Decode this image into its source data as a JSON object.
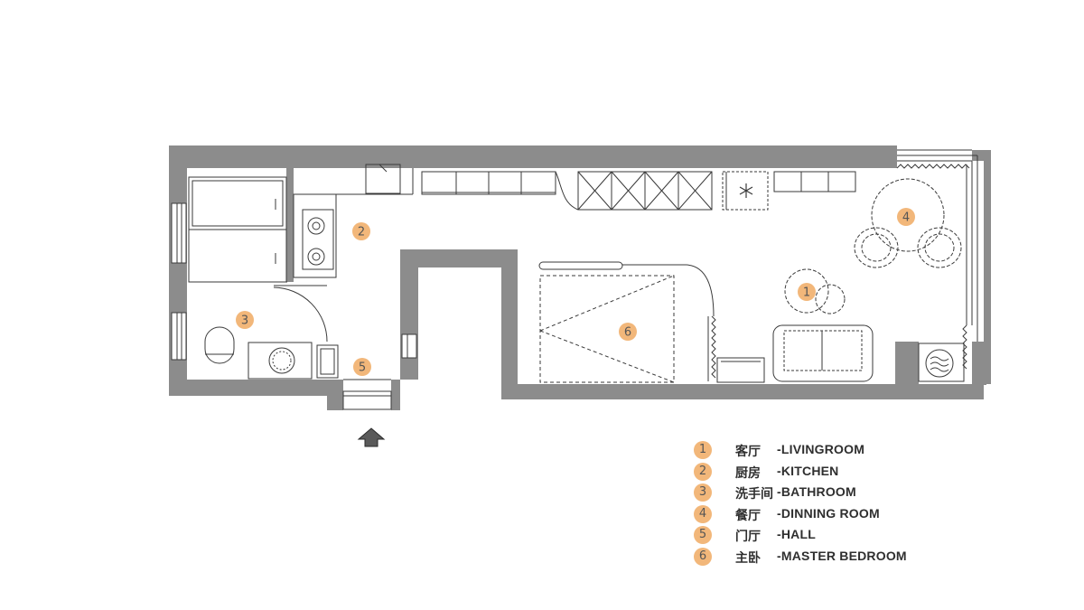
{
  "colors": {
    "wall": "#8c8c8c",
    "badge": "#f2b77a",
    "badge_text": "#555555",
    "line": "#3a3a3a",
    "text": "#2f2f2f"
  },
  "rooms": [
    {
      "number": "1",
      "cn": "客厅",
      "en": "-LIVINGROOM"
    },
    {
      "number": "2",
      "cn": "厨房",
      "en": "-KITCHEN"
    },
    {
      "number": "3",
      "cn": "洗手间",
      "en": "-BATHROOM"
    },
    {
      "number": "4",
      "cn": "餐厅",
      "en": "-DINNING ROOM"
    },
    {
      "number": "5",
      "cn": "门厅",
      "en": "-HALL"
    },
    {
      "number": "6",
      "cn": "主卧",
      "en": "-MASTER BEDROOM"
    }
  ],
  "icons": {
    "entrance": "entrance-arrow-icon",
    "fridge": "snowflake-icon",
    "stove": "stove-burner-icon",
    "washer": "washing-machine-icon"
  }
}
